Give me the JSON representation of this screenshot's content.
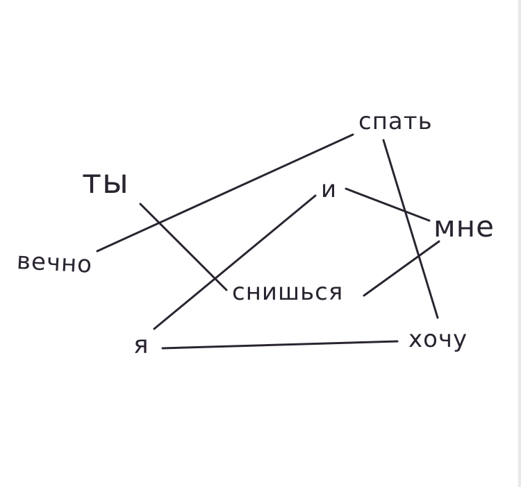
{
  "diagram": {
    "ink_color": "#2a2430",
    "nodes": [
      {
        "id": "ty",
        "label": "ты"
      },
      {
        "id": "vechno",
        "label": "вечно"
      },
      {
        "id": "spat",
        "label": "спать"
      },
      {
        "id": "i",
        "label": "и"
      },
      {
        "id": "mne",
        "label": "мне"
      },
      {
        "id": "snishsya",
        "label": "снишься"
      },
      {
        "id": "ya",
        "label": "я"
      },
      {
        "id": "khochu",
        "label": "хочу"
      }
    ],
    "edges": [
      {
        "from": "ty",
        "to": "snishsya"
      },
      {
        "from": "vechno",
        "to": "spat"
      },
      {
        "from": "spat",
        "to": "khochu"
      },
      {
        "from": "i",
        "to": "mne"
      },
      {
        "from": "i",
        "to": "ya"
      },
      {
        "from": "mne",
        "to": "snishsya"
      },
      {
        "from": "ya",
        "to": "khochu"
      }
    ]
  }
}
